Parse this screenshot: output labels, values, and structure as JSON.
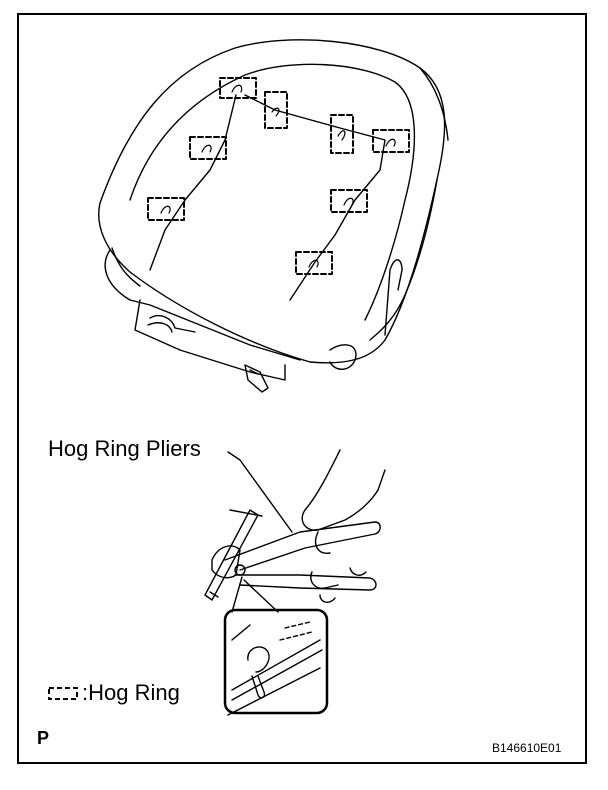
{
  "labels": {
    "pliers": "Hog Ring Pliers",
    "legend": ":Hog Ring",
    "view_letter": "P",
    "figure_code": "B146610E01"
  },
  "icons": {
    "hog_ring_marker": "dashed-box-hog-ring-icon"
  }
}
